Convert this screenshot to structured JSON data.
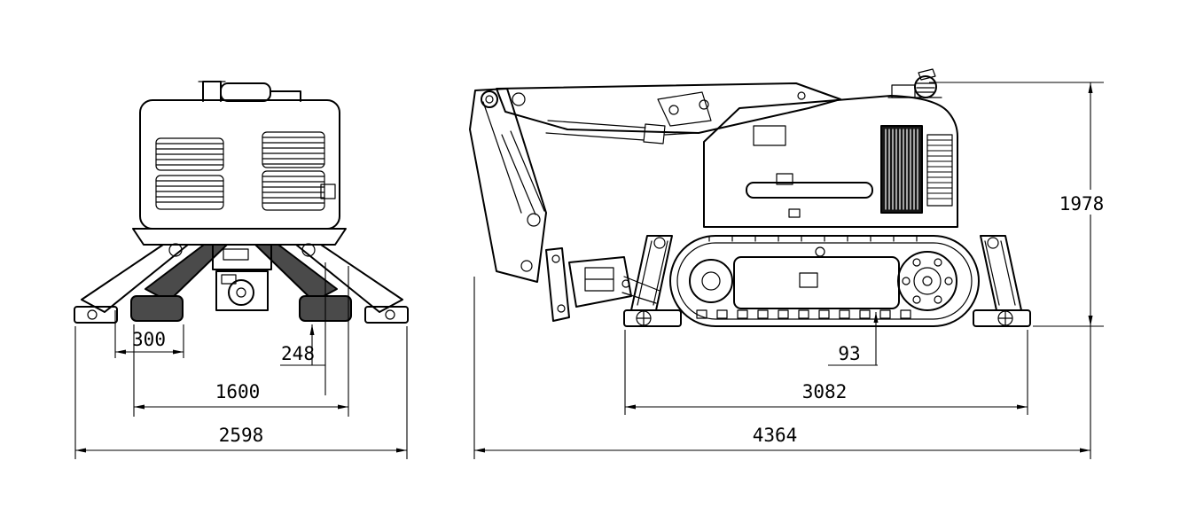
{
  "colors": {
    "line": "#000000",
    "background": "#ffffff",
    "hatch_fill": "#4a4a4a"
  },
  "views": {
    "front": {
      "dims": {
        "d300": "300",
        "d248": "248",
        "d1600": "1600",
        "d2598": "2598"
      }
    },
    "side": {
      "dims": {
        "d1978": "1978",
        "d93": "93",
        "d3082": "3082",
        "d4364": "4364"
      }
    }
  }
}
